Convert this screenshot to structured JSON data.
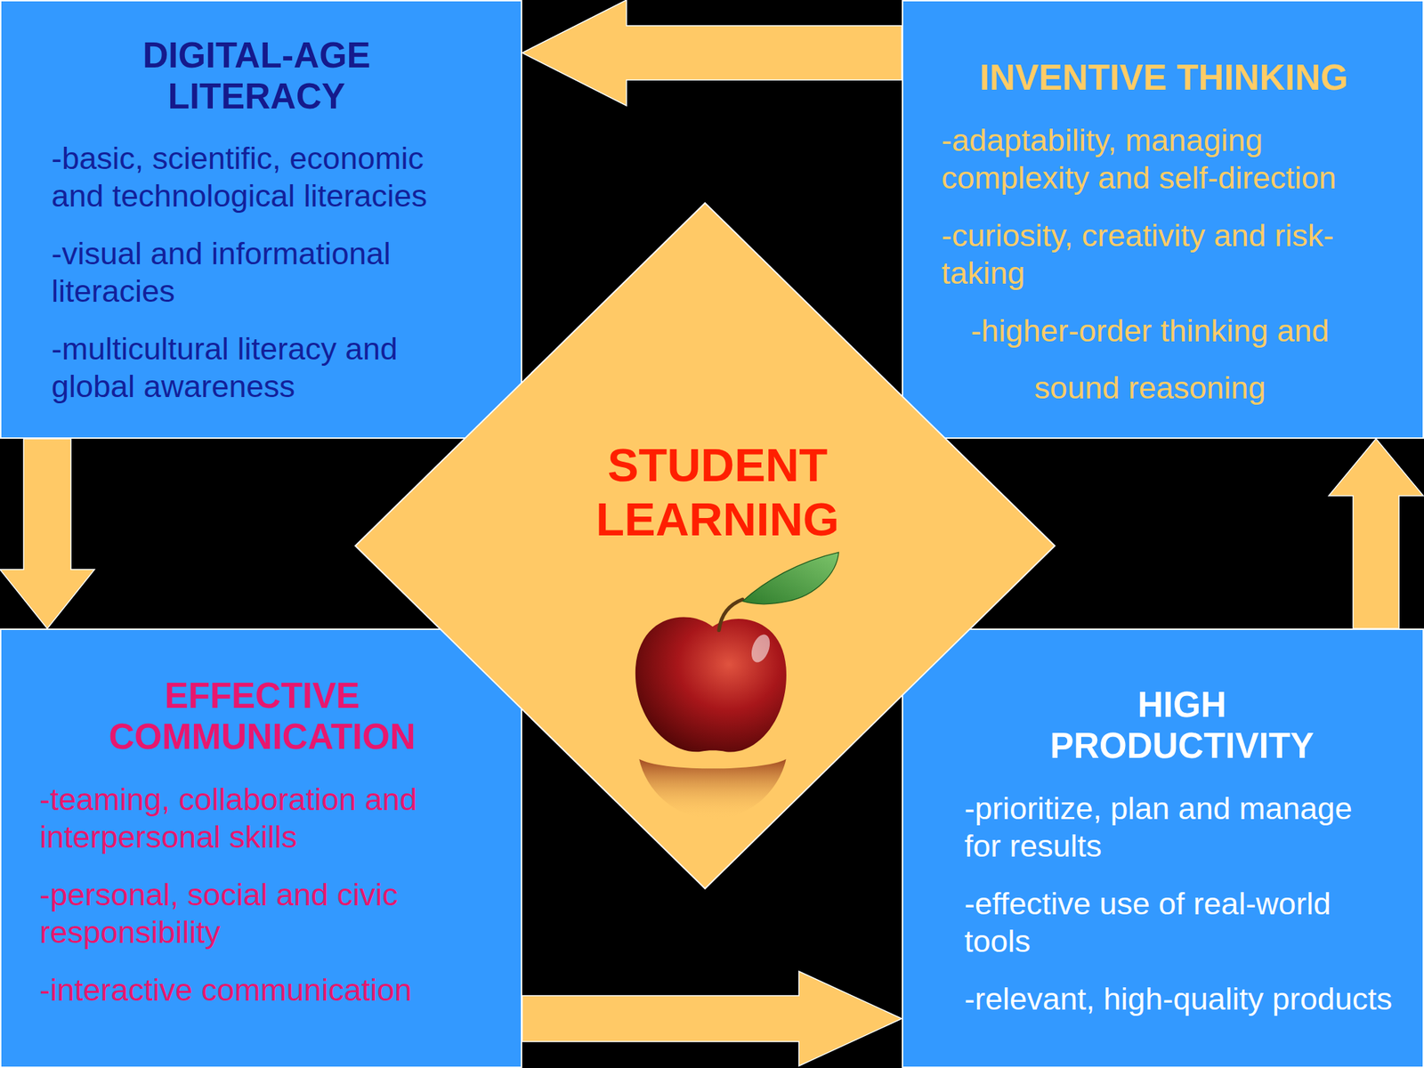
{
  "diagram": {
    "nodes": [
      {
        "text": [
          "DIGITAL-AGE LITERACY",
          "-basic, scientific, economic and technological literacies",
          "-visual and informational literacies",
          "-multicultural literacy and global awareness"
        ]
      },
      {
        "text": [
          "INVENTIVE THINKING",
          "-adaptability, managing complexity and self-direction",
          "-curiosity, creativity and risk-taking",
          "-higher-order thinking and sound reasoning"
        ]
      },
      {
        "text": [
          "STUDENT LEARNING"
        ]
      },
      {
        "text": [
          "EFFECTIVE COMMUNICATION",
          "-teaming, collaboration and interpersonal skills",
          "-personal, social and civic responsibility",
          "-interactive communication"
        ]
      },
      {
        "text": [
          "HIGH PRODUCTIVITY",
          "-prioritize, plan and manage for results",
          "-effective use of real-world tools",
          "-relevant, high-quality products"
        ]
      }
    ],
    "edges": [
      {
        "from": 1,
        "to": 0,
        "arrow": "to"
      },
      {
        "from": 0,
        "to": 3,
        "arrow": "to"
      },
      {
        "from": 3,
        "to": 4,
        "arrow": "to"
      },
      {
        "from": 4,
        "to": 1,
        "arrow": "to"
      }
    ]
  }
}
